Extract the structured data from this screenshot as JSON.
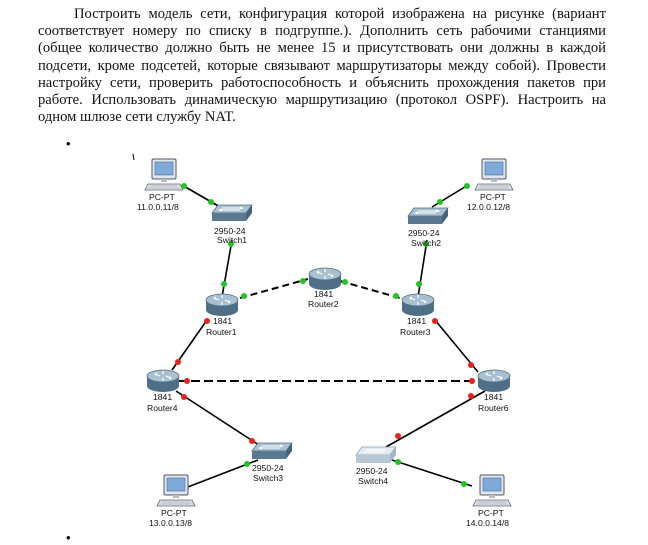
{
  "text": {
    "paragraph": "Построить модель сети, конфигурация которой изображена на рисунке (вариант соответствует номеру по списку в подгруппе.). Дополнить сеть рабочими станциями (общее количество должно быть не менее 15 и присутствовать они должны в каждой подсети, кроме подсетей, которые связывают маршрутизаторы между собой). Провести настройку сети, проверить работоспособность и объяснить прохождения пакетов при работе. Использовать динамическую маршрутизацию (протокол OSPF). Настроить на одном шлюзе сети службу NAT.",
    "bullet": "•"
  },
  "devices": {
    "pc1": {
      "model": "PC-PT",
      "address": "11.0.0.11/8"
    },
    "pc2": {
      "model": "PC-PT",
      "address": "12.0.0.12/8"
    },
    "pc3": {
      "model": "PC-PT",
      "address": "13.0.0.13/8"
    },
    "pc4": {
      "model": "PC-PT",
      "address": "14.0.0.14/8"
    },
    "switch1": {
      "model": "2950-24",
      "name": "Switch1"
    },
    "switch2": {
      "model": "2950-24",
      "name": "Switch2"
    },
    "switch3": {
      "model": "2950-24",
      "name": "Switch3"
    },
    "switch4": {
      "model": "2950-24",
      "name": "Switch4"
    },
    "router1": {
      "model": "1841",
      "name": "Router1"
    },
    "router2": {
      "model": "1841",
      "name": "Router2"
    },
    "router3": {
      "model": "1841",
      "name": "Router3"
    },
    "router4": {
      "model": "1841",
      "name": "Router4"
    },
    "router6": {
      "model": "1841",
      "name": "Router6"
    }
  },
  "links": [
    {
      "from": "pc1",
      "to": "switch1",
      "style": "solid",
      "status": "up"
    },
    {
      "from": "pc2",
      "to": "switch2",
      "style": "solid",
      "status": "up"
    },
    {
      "from": "switch1",
      "to": "router1",
      "style": "solid",
      "status": "up"
    },
    {
      "from": "switch2",
      "to": "router3",
      "style": "solid",
      "status": "up"
    },
    {
      "from": "router1",
      "to": "router2",
      "style": "dashed",
      "status": "up"
    },
    {
      "from": "router2",
      "to": "router3",
      "style": "dashed",
      "status": "up"
    },
    {
      "from": "router1",
      "to": "router4",
      "style": "solid",
      "status": "down"
    },
    {
      "from": "router3",
      "to": "router6",
      "style": "solid",
      "status": "down"
    },
    {
      "from": "router4",
      "to": "router6",
      "style": "dashed",
      "status": "down"
    },
    {
      "from": "router4",
      "to": "switch3",
      "style": "solid",
      "status": "down"
    },
    {
      "from": "switch3",
      "to": "pc3",
      "style": "solid",
      "status": "up"
    },
    {
      "from": "router6",
      "to": "switch4",
      "style": "solid",
      "status": "down"
    },
    {
      "from": "switch4",
      "to": "pc4",
      "style": "solid",
      "status": "up"
    }
  ],
  "colors": {
    "link_up": "#22c322",
    "link_down": "#e8231e",
    "cable": "#000000"
  }
}
